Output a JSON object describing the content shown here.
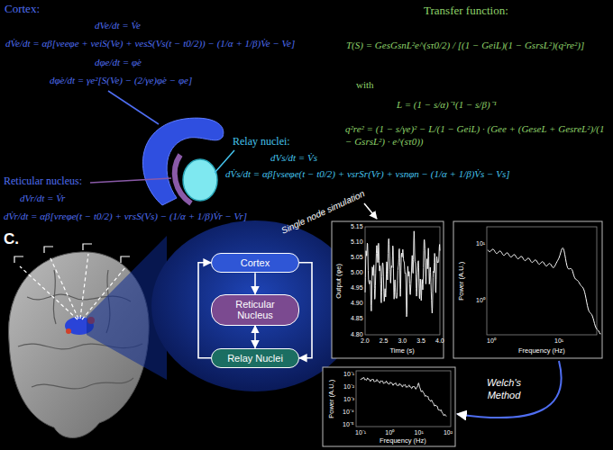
{
  "diagram": {
    "nodes": [
      {
        "text": [
          "Cortex"
        ]
      },
      {
        "text": [
          "Reticular Nucleus"
        ]
      },
      {
        "text": [
          "Relay Nuclei"
        ]
      }
    ],
    "edges": [
      {
        "from": 0,
        "to": 1,
        "arrow": "to"
      },
      {
        "from": 1,
        "to": 2,
        "arrow": "both"
      },
      {
        "from": 2,
        "to": 0,
        "arrow": "to"
      },
      {
        "from": 0,
        "to": 2,
        "arrow": "to"
      }
    ],
    "labels": [
      "Cortex:",
      "dVe/dt = V̇e",
      "dV̇e/dt = αβ[νeeφe + νeiS(Ve) + νesS(Vs(t − t0/2)) − (1/α + 1/β)V̇e − Ve]",
      "dφe/dt = φ̇e",
      "dφ̇e/dt = γe²[S(Ve) − (2/γe)φ̇e − φe]",
      "Transfer function:",
      "T(S) = GesGsnL²e^(sτ0/2) / [(1 − GeiL)(1 − GsrsL²)(q²re²)]",
      "with",
      "L = (1 − s/α)⁻¹(1 − s/β)⁻¹",
      "q²re² = (1 − s/γe)² − L/(1 − GeiL) · (Gee + (GeseL + GesreL²)/(1 − GsrsL²) · e^(sτ0))",
      "Relay nuclei:",
      "dVs/dt = V̇s",
      "dV̇s/dt = αβ[νseφe(t − t0/2) + νsrSr(Vr) + νsnφn − (1/α + 1/β)V̇s − Vs]",
      "Reticular nucleus:",
      "dVr/dt = V̇r",
      "dV̇r/dt = αβ[νreφe(t − t0/2) + νrsS(Vs) − (1/α + 1/β)V̇r − Vr]",
      "C.",
      "Single node simulation",
      "Welch's Method",
      "Output (φe)",
      "Time (s)",
      "5.15",
      "5.10",
      "5.05",
      "5.00",
      "4.95",
      "4.90",
      "4.85",
      "4.80",
      "2.0",
      "2.5",
      "3.0",
      "3.5",
      "4.0",
      "Power (A.U.)",
      "Frequency (Hz)",
      "10¹",
      "10⁰",
      "10⁰",
      "10¹",
      "Power (A.U.)",
      "Frequency (Hz)",
      "10⁻¹",
      "10⁻²",
      "10⁻³",
      "10⁻⁴",
      "10⁻⁵",
      "10⁻¹",
      "10⁰",
      "10¹",
      "10²"
    ]
  }
}
